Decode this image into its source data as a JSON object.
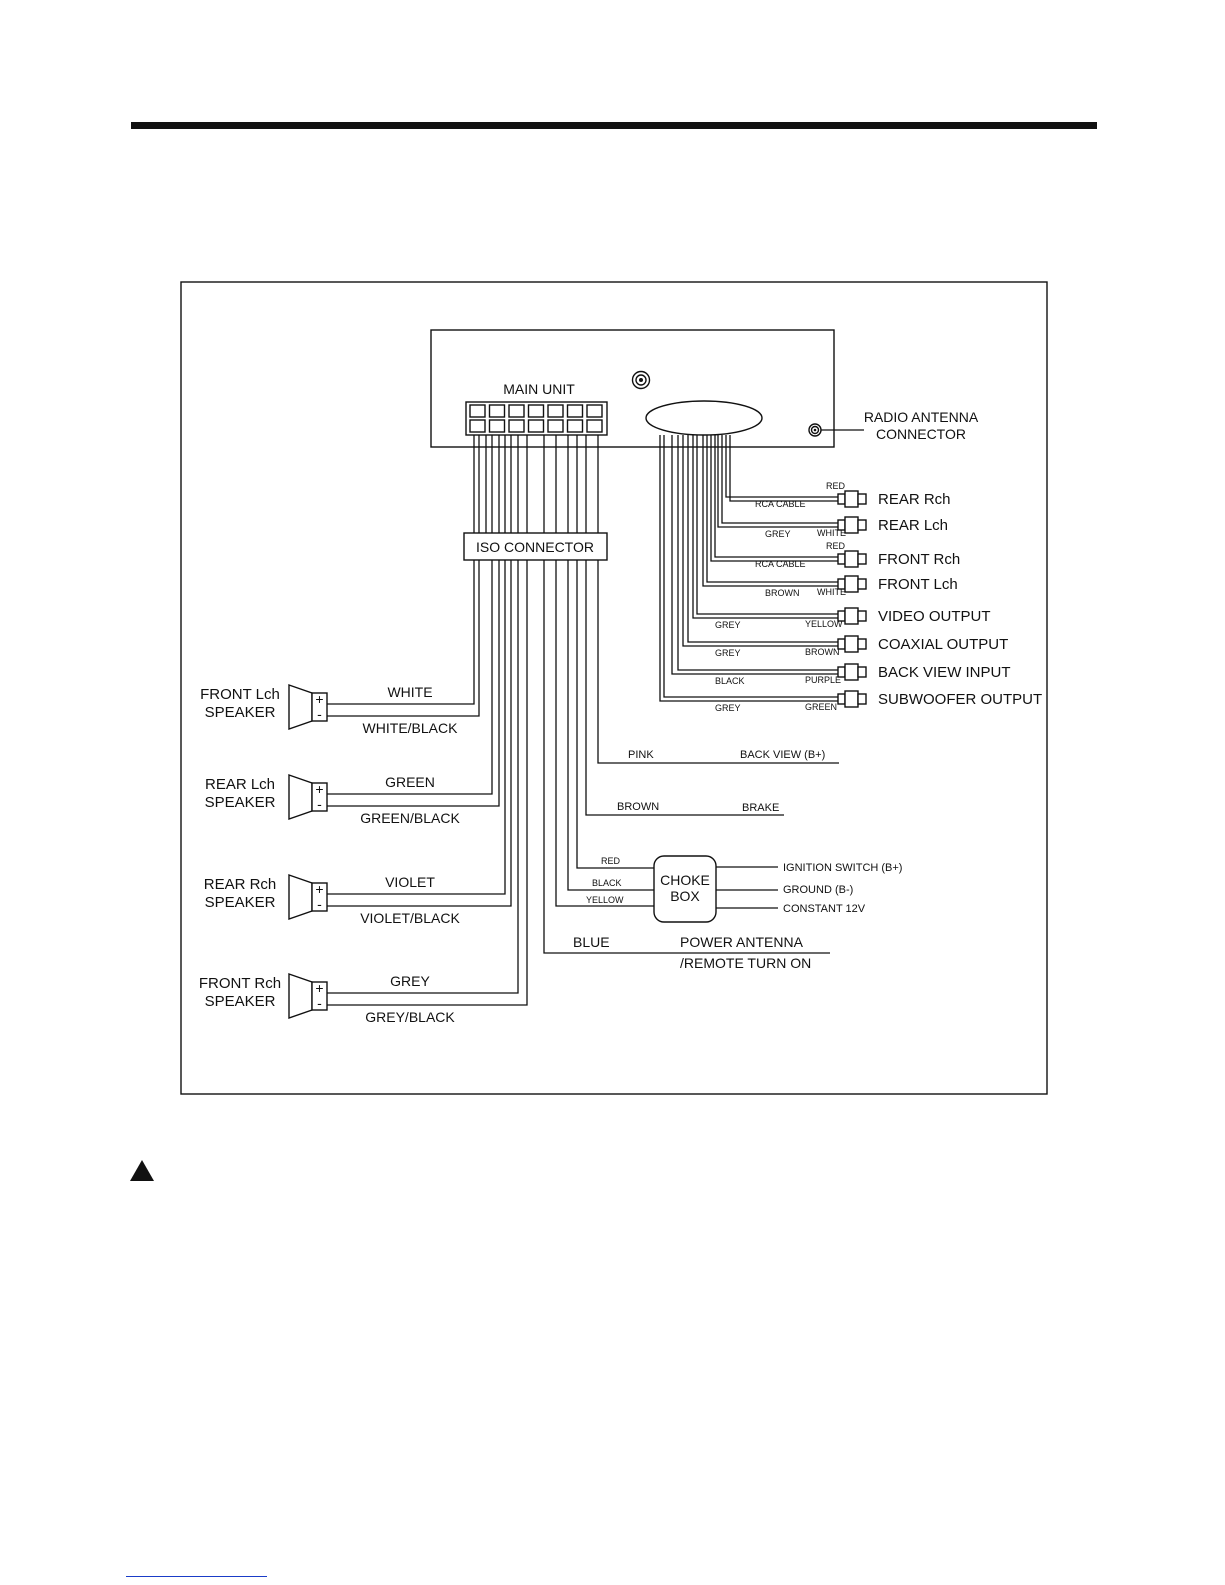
{
  "diagram": {
    "main_unit": "MAIN UNIT",
    "iso_connector": "ISO CONNECTOR",
    "radio_antenna": [
      "RADIO ANTENNA",
      "CONNECTOR"
    ],
    "rca": {
      "cable_label": "RCA CABLE",
      "rows": [
        {
          "label": "REAR Rch",
          "plug_color": "RED",
          "wire_color": ""
        },
        {
          "label": "REAR Lch",
          "plug_color": "WHITE",
          "wire_color": "GREY"
        },
        {
          "label": "FRONT Rch",
          "plug_color": "RED",
          "wire_color": ""
        },
        {
          "label": "FRONT Lch",
          "plug_color": "WHITE",
          "wire_color": "BROWN"
        },
        {
          "label": "VIDEO  OUTPUT",
          "plug_color": "YELLOW",
          "wire_color": "GREY"
        },
        {
          "label": "COAXIAL  OUTPUT",
          "plug_color": "BROWN",
          "wire_color": "GREY"
        },
        {
          "label": "BACK VIEW  INPUT",
          "plug_color": "PURPLE",
          "wire_color": "BLACK"
        },
        {
          "label": "SUBWOOFER OUTPUT",
          "plug_color": "GREEN",
          "wire_color": "GREY"
        }
      ]
    },
    "speakers": [
      {
        "name": [
          "FRONT Lch",
          "SPEAKER"
        ],
        "plus_wire": "WHITE",
        "minus_wire": "WHITE/BLACK"
      },
      {
        "name": [
          "REAR Lch",
          "SPEAKER"
        ],
        "plus_wire": "GREEN",
        "minus_wire": "GREEN/BLACK"
      },
      {
        "name": [
          "REAR Rch",
          "SPEAKER"
        ],
        "plus_wire": "VIOLET",
        "minus_wire": "VIOLET/BLACK"
      },
      {
        "name": [
          "FRONT Rch",
          "SPEAKER"
        ],
        "plus_wire": "GREY",
        "minus_wire": "GREY/BLACK"
      }
    ],
    "plus_sign": "+",
    "minus_sign": "-",
    "pink": {
      "wire": "PINK",
      "dest": "BACK VIEW (B+)"
    },
    "brown": {
      "wire": "BROWN",
      "dest": "BRAKE"
    },
    "choke": {
      "label": [
        "CHOKE",
        "BOX"
      ],
      "inputs": [
        "RED",
        "BLACK",
        "YELLOW"
      ],
      "outputs": [
        "IGNITION  SWITCH (B+)",
        "GROUND  (B-)",
        "CONSTANT 12V"
      ]
    },
    "blue": {
      "wire": "BLUE",
      "dest": [
        "POWER ANTENNA",
        "/REMOTE TURN ON"
      ]
    }
  }
}
